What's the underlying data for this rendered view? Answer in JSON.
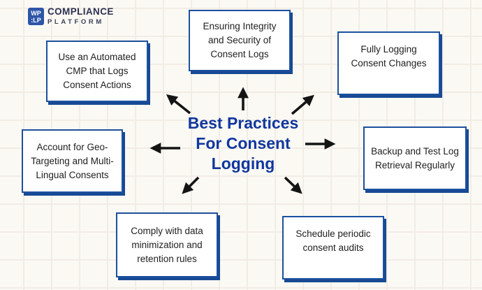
{
  "logo": {
    "mark_line1": "WP",
    "mark_line2": ":LP",
    "name": "COMPLIANCE",
    "subtitle": "PLATFORM"
  },
  "title": {
    "full": "Best Practices For Consent Logging",
    "line1": "Best Practices",
    "line2": "For Consent",
    "line3": "Logging"
  },
  "boxes": [
    {
      "id": "top-left",
      "label": "Use an Automated CMP that Logs Consent Actions"
    },
    {
      "id": "top-center",
      "label": "Ensuring Integrity and Security of Consent Logs"
    },
    {
      "id": "top-right",
      "label": "Fully Logging Consent Changes"
    },
    {
      "id": "left",
      "label": "Account for Geo-Targeting and Multi-Lingual Consents"
    },
    {
      "id": "right",
      "label": "Backup and Test Log Retrieval Regularly"
    },
    {
      "id": "bottom-left",
      "label": "Comply with data minimization and retention rules"
    },
    {
      "id": "bottom-right",
      "label": "Schedule periodic consent audits"
    }
  ],
  "colors": {
    "background": "#fbf9f4",
    "grid_line": "#f1ede5",
    "box_border": "#1d509e",
    "box_shadow": "#174a94",
    "title_blue": "#11379e",
    "body_text": "#1e1e1e",
    "logo_blue": "#2d55a8",
    "arrow": "#141414"
  }
}
